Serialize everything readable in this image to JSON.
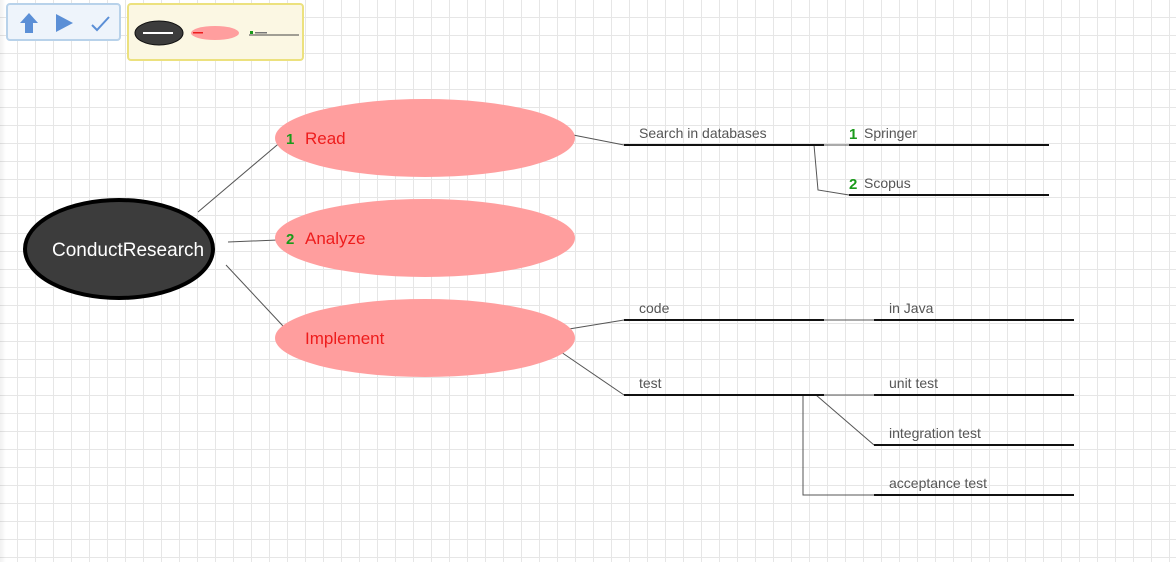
{
  "toolbar": {
    "buttons": [
      {
        "name": "up-arrow-icon"
      },
      {
        "name": "play-icon"
      },
      {
        "name": "check-icon"
      }
    ],
    "accent": "#5b8fd6"
  },
  "colors": {
    "root_fill": "#3c3c3c",
    "main_fill": "#ff9e9e",
    "main_text": "#ee1c1c",
    "number": "#1a9a1a",
    "leaf_text": "#555555"
  },
  "mindmap": {
    "root": "ConductResearch",
    "main": [
      {
        "label": "Read",
        "number": "1"
      },
      {
        "label": "Analyze",
        "number": "2"
      },
      {
        "label": "Implement",
        "number": ""
      }
    ],
    "sub": {
      "search": "Search in databases",
      "springer": {
        "label": "Springer",
        "number": "1"
      },
      "scopus": {
        "label": "Scopus",
        "number": "2"
      },
      "code": "code",
      "java": "in Java",
      "test": "test",
      "unit": "unit test",
      "integration": "integration test",
      "acceptance": "acceptance test"
    }
  }
}
